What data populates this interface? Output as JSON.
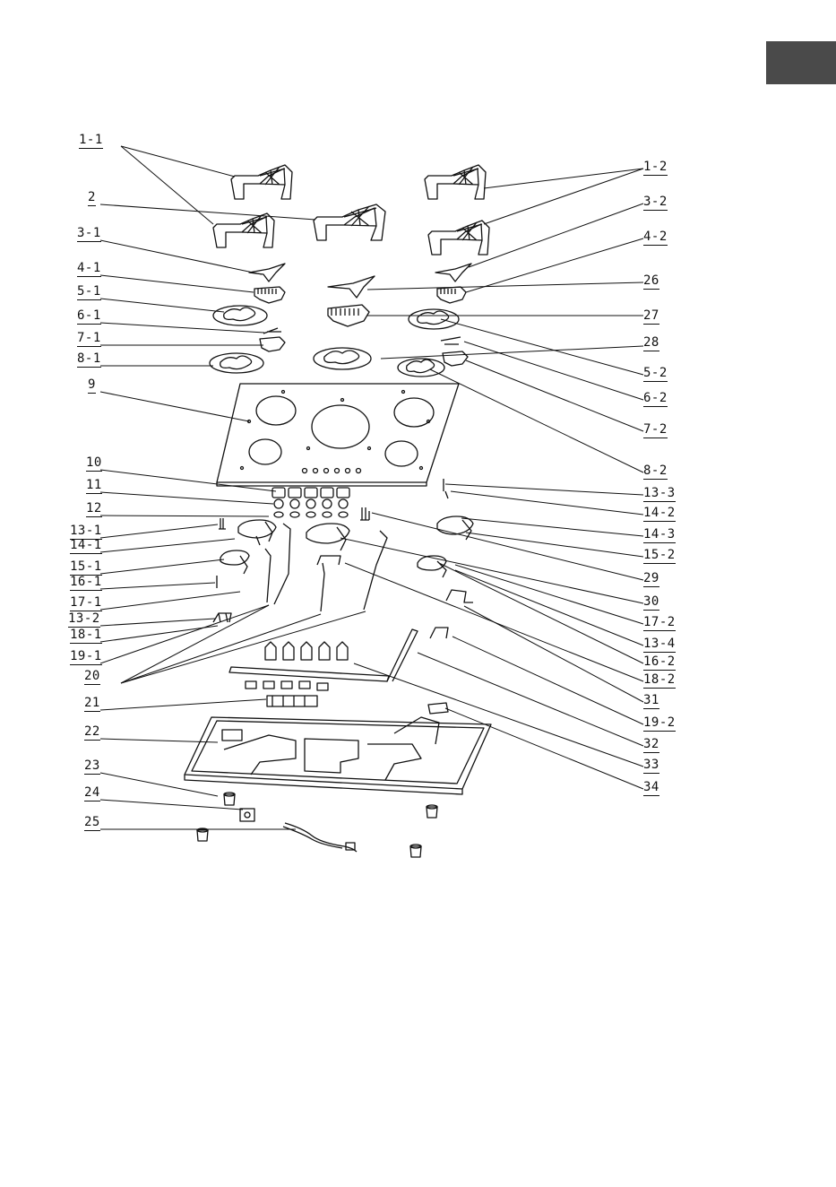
{
  "diagram": {
    "colors": {
      "line": "#111111",
      "tab": "#4a4a4a",
      "background": "#ffffff"
    },
    "left_labels": [
      "1-1",
      "2",
      "3-1",
      "4-1",
      "5-1",
      "6-1",
      "7-1",
      "8-1",
      "9",
      "10",
      "11",
      "12",
      "13-1",
      "14-1",
      "15-1",
      "16-1",
      "17-1",
      "13-2",
      "18-1",
      "19-1",
      "20",
      "21",
      "22",
      "23",
      "24",
      "25"
    ],
    "right_labels": [
      "1-2",
      "3-2",
      "4-2",
      "26",
      "27",
      "28",
      "5-2",
      "6-2",
      "7-2",
      "8-2",
      "13-3",
      "14-2",
      "14-3",
      "15-2",
      "29",
      "30",
      "17-2",
      "13-4",
      "16-2",
      "18-2",
      "31",
      "19-2",
      "32",
      "33",
      "34"
    ]
  }
}
